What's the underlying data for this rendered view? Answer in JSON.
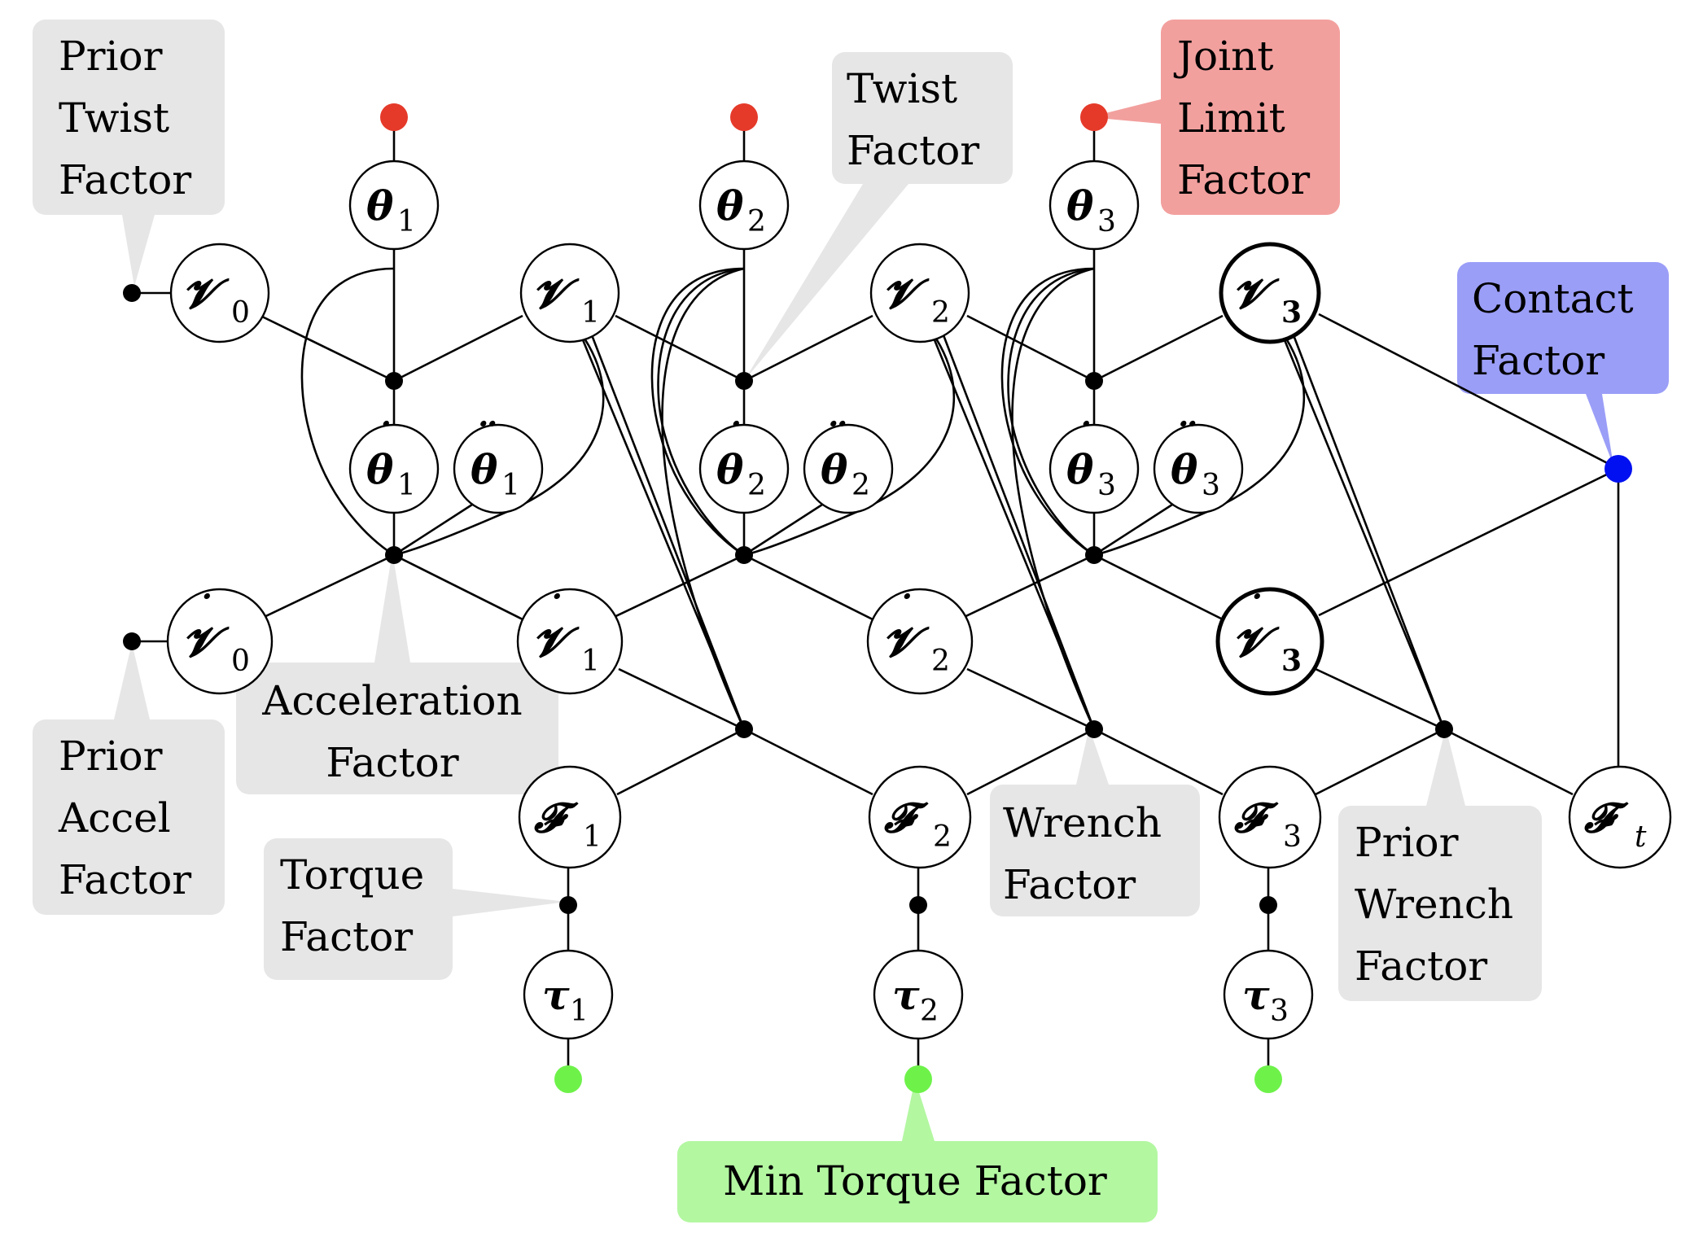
{
  "colors": {
    "callout_gray": "#e6e6e6",
    "callout_red": "#f2a09e",
    "callout_blue": "#9b9ef7",
    "callout_green": "#b3f7a1",
    "joint_limit_dot": "#e53a2a",
    "contact_dot": "#0010f0",
    "min_torque_dot": "#6ef24a",
    "factor_dot": "#000000"
  },
  "variables": {
    "V0": {
      "sym": "𝓥",
      "sub": "0"
    },
    "V1": {
      "sym": "𝓥",
      "sub": "1"
    },
    "V2": {
      "sym": "𝓥",
      "sub": "2"
    },
    "V3": {
      "sym": "𝓥",
      "sub": "3"
    },
    "th1": {
      "sym": "θ",
      "sub": "1"
    },
    "th2": {
      "sym": "θ",
      "sub": "2"
    },
    "th3": {
      "sym": "θ",
      "sub": "3"
    },
    "td1": {
      "sym": "θ",
      "sub": "1",
      "accent": "˙"
    },
    "td2": {
      "sym": "θ",
      "sub": "2",
      "accent": "˙"
    },
    "td3": {
      "sym": "θ",
      "sub": "3",
      "accent": "˙"
    },
    "tdd1": {
      "sym": "θ",
      "sub": "1",
      "accent": "¨"
    },
    "tdd2": {
      "sym": "θ",
      "sub": "2",
      "accent": "¨"
    },
    "tdd3": {
      "sym": "θ",
      "sub": "3",
      "accent": "¨"
    },
    "Vd0": {
      "sym": "𝓥",
      "sub": "0",
      "accent": "˙"
    },
    "Vd1": {
      "sym": "𝓥",
      "sub": "1",
      "accent": "˙"
    },
    "Vd2": {
      "sym": "𝓥",
      "sub": "2",
      "accent": "˙"
    },
    "Vd3": {
      "sym": "𝓥",
      "sub": "3",
      "accent": "˙"
    },
    "F1": {
      "sym": "𝓕",
      "sub": "1"
    },
    "F2": {
      "sym": "𝓕",
      "sub": "2"
    },
    "F3": {
      "sym": "𝓕",
      "sub": "3"
    },
    "Ft": {
      "sym": "𝓕",
      "sub": "t"
    },
    "tau1": {
      "sym": "τ",
      "sub": "1"
    },
    "tau2": {
      "sym": "τ",
      "sub": "2"
    },
    "tau3": {
      "sym": "τ",
      "sub": "3"
    }
  },
  "callouts": {
    "prior_twist": [
      "Prior",
      "Twist",
      "Factor"
    ],
    "twist": [
      "Twist",
      "Factor"
    ],
    "joint_limit": [
      "Joint",
      "Limit",
      "Factor"
    ],
    "contact": [
      "Contact",
      "Factor"
    ],
    "acceleration": [
      "Acceleration",
      "Factor"
    ],
    "prior_accel": [
      "Prior",
      "Accel",
      "Factor"
    ],
    "torque": [
      "Torque",
      "Factor"
    ],
    "wrench": [
      "Wrench",
      "Factor"
    ],
    "prior_wrench": [
      "Prior",
      "Wrench",
      "Factor"
    ],
    "min_torque": [
      "Min Torque Factor"
    ]
  }
}
